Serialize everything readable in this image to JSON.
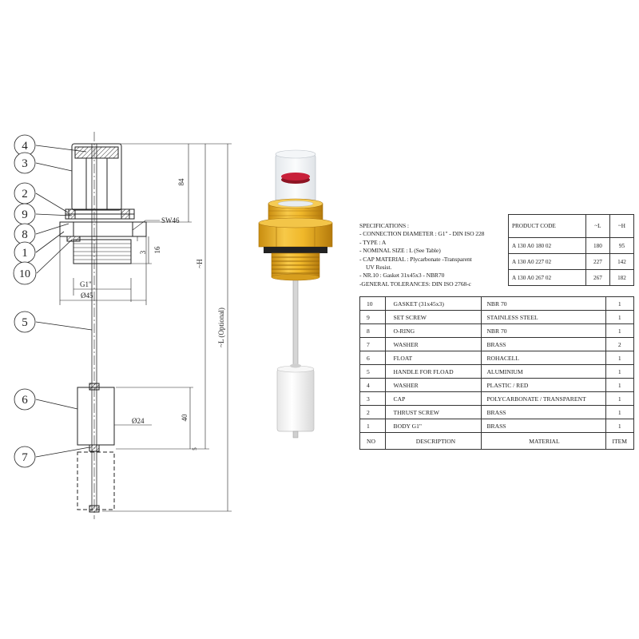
{
  "drawing": {
    "callouts": [
      "4",
      "3",
      "2",
      "9",
      "8",
      "1",
      "10",
      "5",
      "6",
      "7"
    ],
    "dims": {
      "sw": "SW46",
      "d84": "84",
      "d16": "16",
      "d3": "3",
      "h": "~H",
      "l": "~L (Optional)",
      "g1": "G1\"",
      "d45": "Ø45",
      "d24": "Ø24",
      "d40": "40",
      "d5": "5"
    }
  },
  "specs": {
    "lines": [
      "SPECIFICATIONS :",
      "- CONNECTION DIAMETER : G1\" - DIN ISO 228",
      "- TYPE : A",
      "- NOMINAL SIZE : L (See Table)",
      "- CAP MATERIAL : Plycarbonate -Transparent",
      "UV Resist.",
      "- NR.10 : Gasket 31x45x3 - NBR70",
      "-GENERAL TOLERANCES: DIN ISO 2768-c"
    ]
  },
  "product_table": {
    "headers": [
      "PRODUCT CODE",
      "~L",
      "~H"
    ],
    "rows": [
      [
        "A 130 A0 180 02",
        "180",
        "95"
      ],
      [
        "A 130 A0 227 02",
        "227",
        "142"
      ],
      [
        "A 130 A0 267 02",
        "267",
        "182"
      ]
    ]
  },
  "parts_table": {
    "rows": [
      [
        "10",
        "GASKET (31x45x3)",
        "NBR 70",
        "1"
      ],
      [
        "9",
        "SET SCREW",
        "STAINLESS STEEL",
        "1"
      ],
      [
        "8",
        "O-RING",
        "NBR 70",
        "1"
      ],
      [
        "7",
        "WASHER",
        "BRASS",
        "2"
      ],
      [
        "6",
        "FLOAT",
        "ROHACELL",
        "1"
      ],
      [
        "5",
        "HANDLE FOR FLOAD",
        "ALUMINIUM",
        "1"
      ],
      [
        "4",
        "WASHER",
        "PLASTIC / RED",
        "1"
      ],
      [
        "3",
        "CAP",
        "POLYCARBONATE / TRANSPARENT",
        "1"
      ],
      [
        "2",
        "THRUST SCREW",
        "BRASS",
        "1"
      ],
      [
        "1",
        "BODY G1\"",
        "BRASS",
        "1"
      ]
    ],
    "headers": [
      "NO",
      "DESCRIPTION",
      "MATERIAL",
      "ITEM"
    ]
  },
  "colors": {
    "line": "#222222",
    "brass": "#f0b82a",
    "brass_dark": "#b98412",
    "cap_red": "#c8203a",
    "float": "#f2f2f2"
  }
}
